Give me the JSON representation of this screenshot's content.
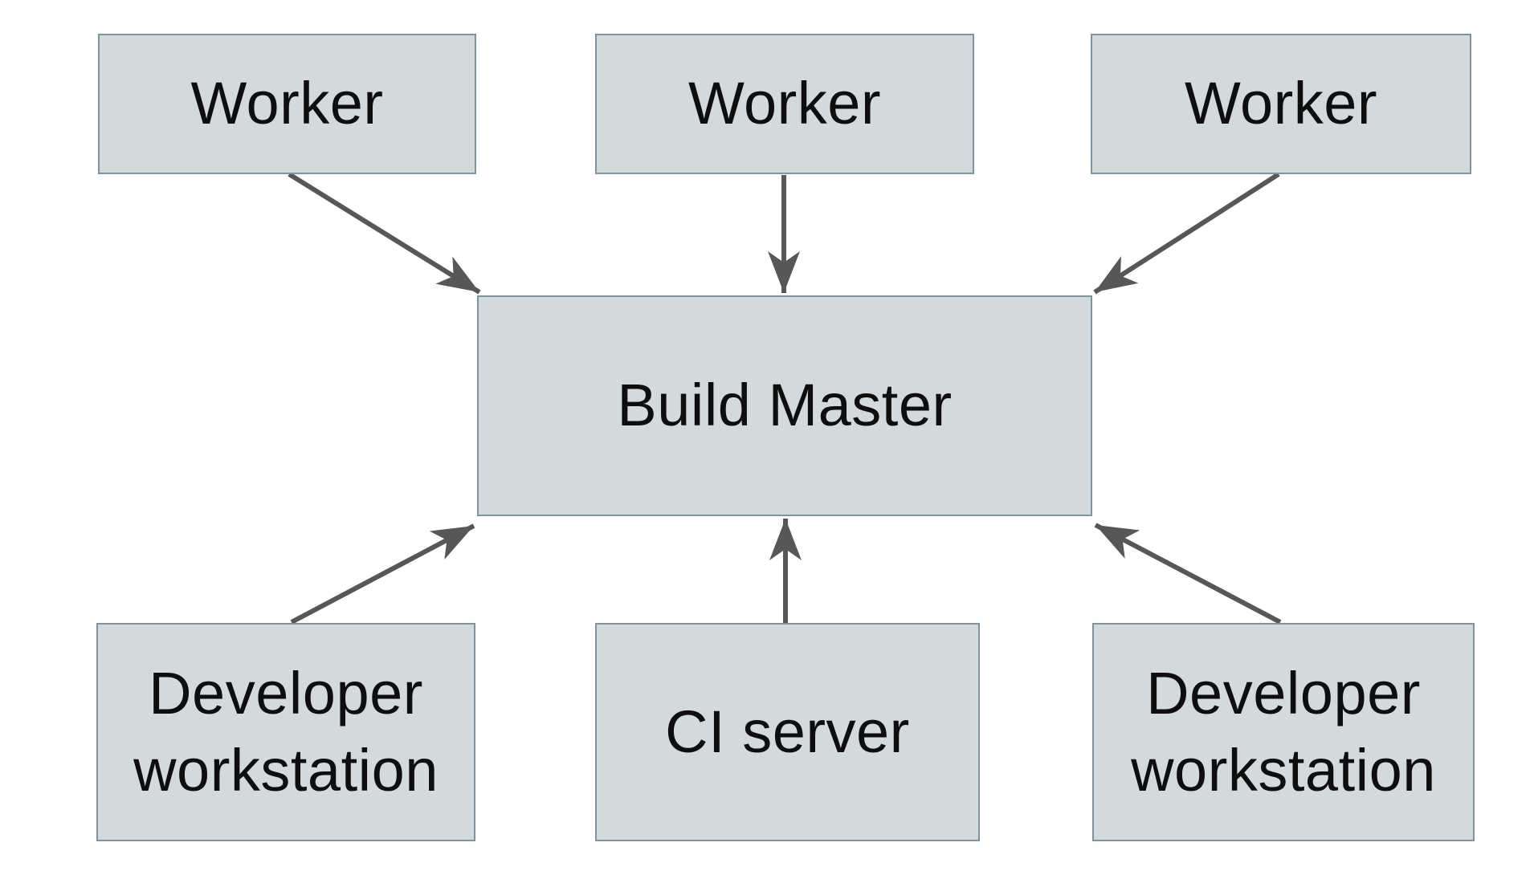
{
  "diagram": {
    "nodes": {
      "worker1": {
        "label": "Worker"
      },
      "worker2": {
        "label": "Worker"
      },
      "worker3": {
        "label": "Worker"
      },
      "build_master": {
        "label": "Build Master"
      },
      "dev_left": {
        "label": "Developer workstation"
      },
      "ci_server": {
        "label": "CI server"
      },
      "dev_right": {
        "label": "Developer workstation"
      }
    },
    "edges": [
      {
        "from": "worker1",
        "to": "build_master",
        "direction": "down-right"
      },
      {
        "from": "worker2",
        "to": "build_master",
        "direction": "down"
      },
      {
        "from": "worker3",
        "to": "build_master",
        "direction": "down-left"
      },
      {
        "from": "dev_left",
        "to": "build_master",
        "direction": "up-right"
      },
      {
        "from": "ci_server",
        "to": "build_master",
        "direction": "up"
      },
      {
        "from": "dev_right",
        "to": "build_master",
        "direction": "up-left"
      }
    ],
    "colors": {
      "background": "#ffffff",
      "node_fill": "#d2dadd",
      "node_border": "#7c95a1",
      "arrow": "#575757",
      "text": "#0e0e0e"
    }
  }
}
